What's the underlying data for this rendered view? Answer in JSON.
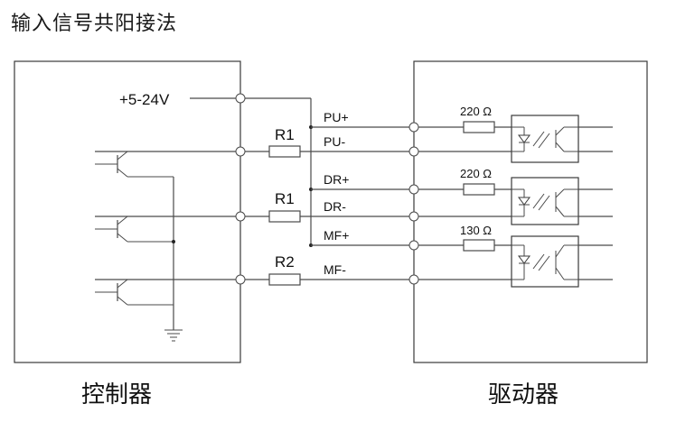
{
  "title": "输入信号共阳接法",
  "controller_label": "控制器",
  "driver_label": "驱动器",
  "supply_label": "+5-24V",
  "resistors": {
    "r_pu": "R1",
    "r_dr": "R1",
    "r_mf": "R2"
  },
  "signals": {
    "pu_plus": "PU+",
    "pu_minus": "PU-",
    "dr_plus": "DR+",
    "dr_minus": "DR-",
    "mf_plus": "MF+",
    "mf_minus": "MF-"
  },
  "internal_resistors": {
    "pu": "220 Ω",
    "dr": "220 Ω",
    "mf": "130 Ω"
  }
}
